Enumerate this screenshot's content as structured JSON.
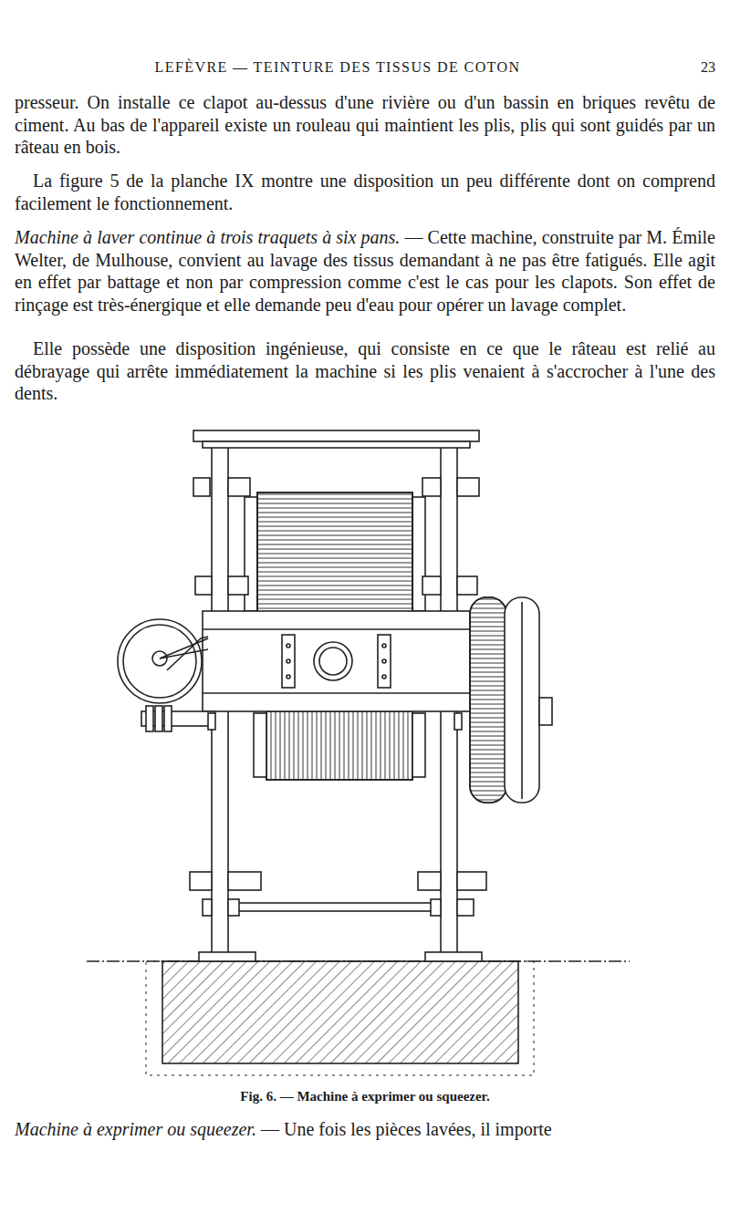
{
  "diagram": {
    "caption": "Fig. 6. — Machine à exprimer ou squeezer.",
    "labels": [
      "LEFÈVRE — TEINTURE DES TISSUS DE COTON",
      "23",
      "presseur. On installe ce clapot au-dessus d'une rivière ou d'un bassin en briques revêtu de ciment. Au bas de l'appareil existe un rouleau qui maintient les plis, plis qui sont guidés par un râteau en bois.",
      "La figure 5 de la planche IX montre une disposition un peu différente dont on comprend facilement le fonctionnement.",
      "Machine à laver continue à trois traquets à six pans.",
      " — Cette machine, construite par M. Émile Welter, de Mulhouse, convient au lavage des tissus demandant à ne pas être fatigués. Elle agit en effet par battage et non par compression comme c'est le cas pour les clapots. Son effet de rinçage est très-énergique et elle demande peu d'eau pour opérer un lavage complet.",
      "Elle possède une disposition ingénieuse, qui consiste en ce que le râteau est relié au débrayage qui arrête immédiatement la machine si les plis venaient à s'accrocher à l'une des dents.",
      "Machine à exprimer ou squeezer.",
      " — Une fois les pièces lavées, il importe"
    ]
  }
}
